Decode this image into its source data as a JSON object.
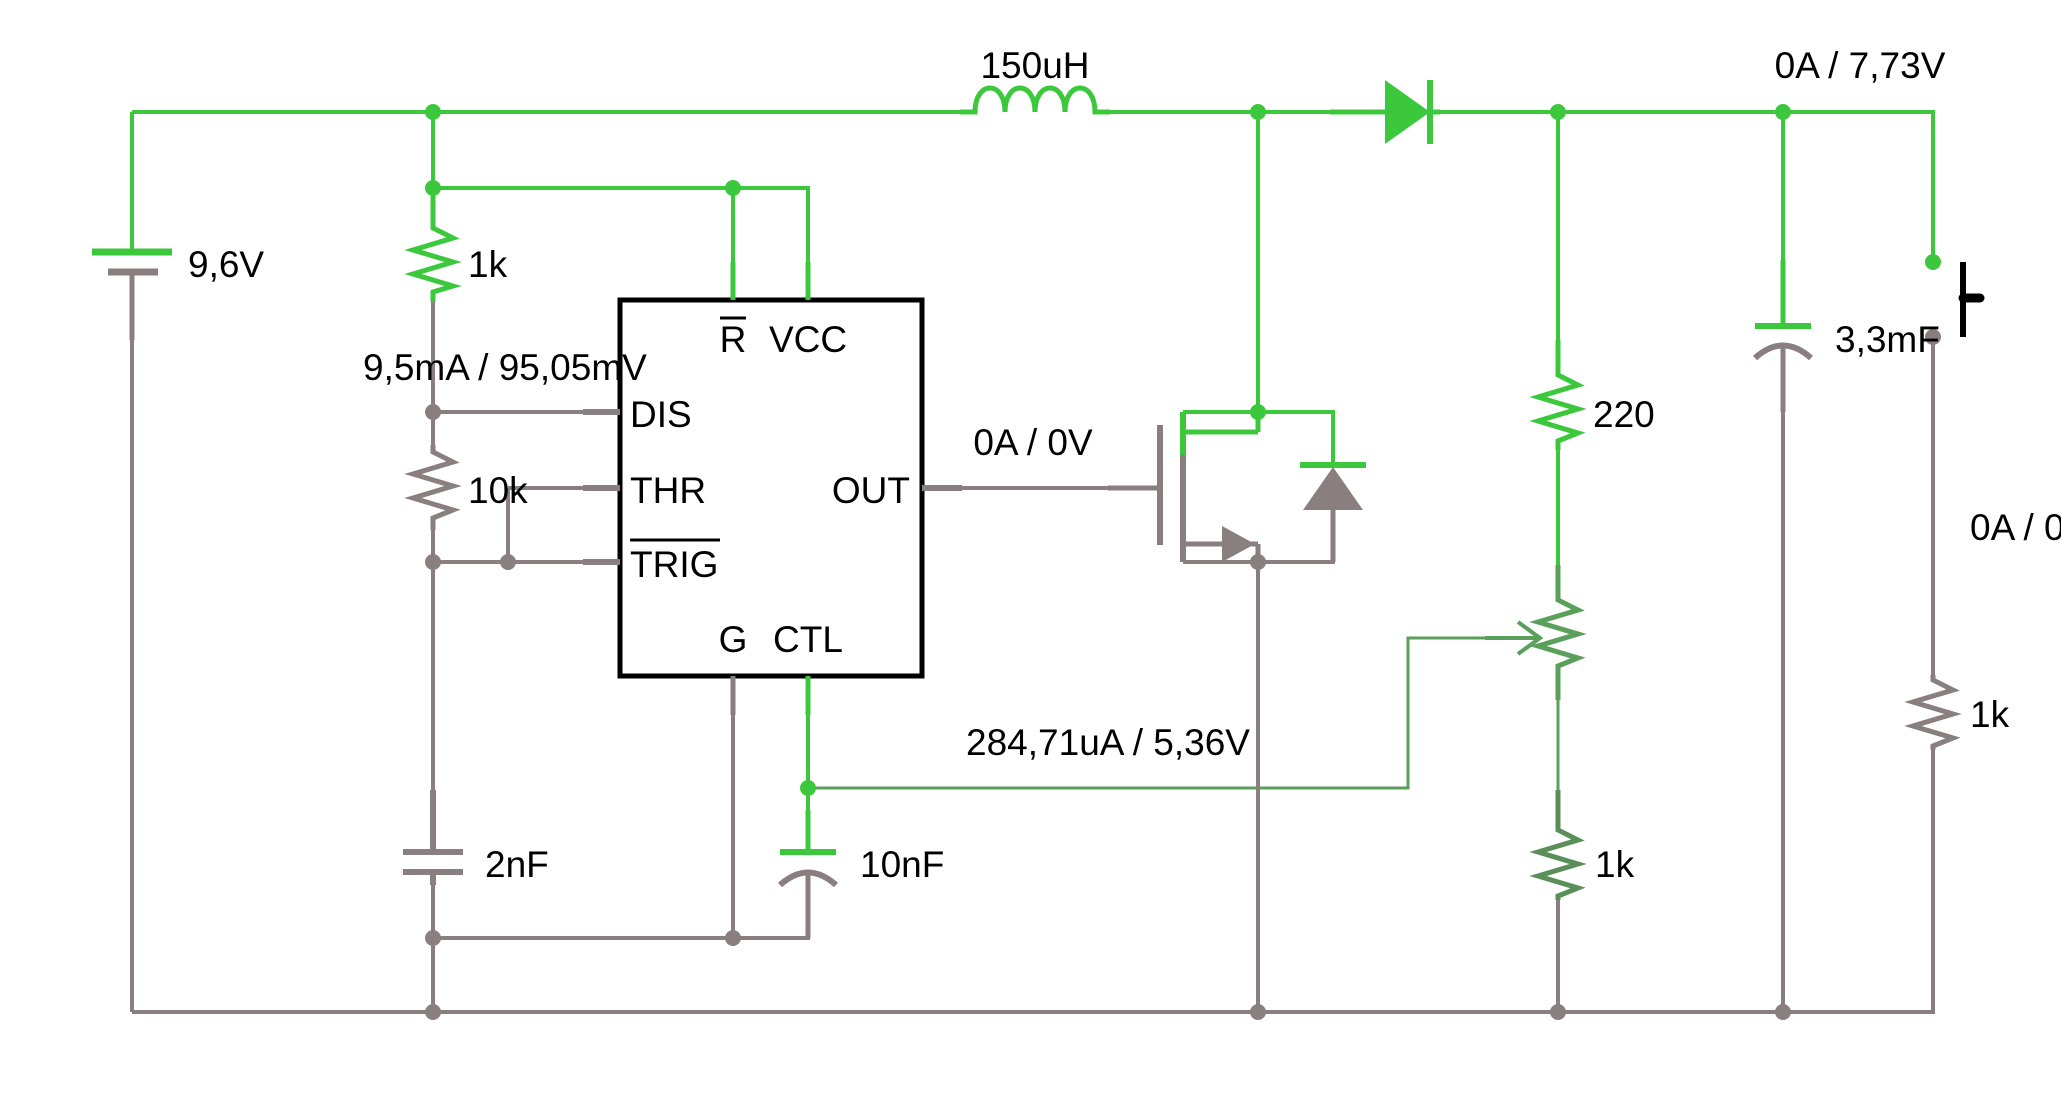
{
  "colors": {
    "active": "#3cc83c",
    "active_dim": "#5aa05a",
    "inactive": "#8a7f7f",
    "chip_border": "#000000",
    "switch": "#000000"
  },
  "labels": {
    "inductor": "150uH",
    "output_probe": "0A / 7,73V",
    "battery": "9,6V",
    "r1": "1k",
    "dis_probe": "9,5mA / 95,05mV",
    "r2": "10k",
    "c_timing": "2nF",
    "c_ctl": "10nF",
    "gate_probe": "0A / 0V",
    "ctl_probe": "284,71uA / 5,36V",
    "r_220": "220",
    "r_bottom": "1k",
    "c_out": "3,3mF",
    "load_probe": "0A / 0",
    "r_load": "1k"
  },
  "chip": {
    "pin_r": "R",
    "pin_vcc": "VCC",
    "pin_dis": "DIS",
    "pin_thr": "THR",
    "pin_trig": "TRIG",
    "pin_out": "OUT",
    "pin_g": "G",
    "pin_ctl": "CTL"
  },
  "icons": {
    "battery": "battery-icon",
    "inductor": "inductor-icon",
    "diode": "diode-icon",
    "mosfet": "mosfet-icon",
    "potentiometer": "potentiometer-icon",
    "switch": "switch-icon"
  }
}
